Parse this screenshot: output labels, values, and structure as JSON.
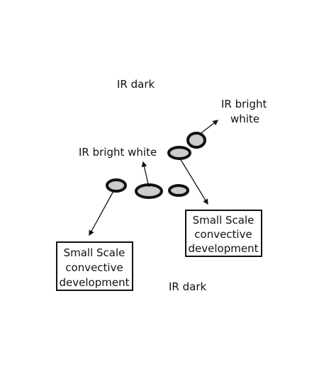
{
  "labels": {
    "ir_dark_top": "IR dark",
    "ir_bright_top_line1": "IR bright",
    "ir_bright_top_line2": "white",
    "ir_bright_middle": "IR bright white",
    "ir_dark_bottom": "IR dark"
  },
  "boxes": {
    "left": {
      "line1": "Small Scale",
      "line2": "convective",
      "line3": "development"
    },
    "right": {
      "line1": "Small Scale",
      "line2": "convective",
      "line3": "development"
    }
  },
  "colors": {
    "cell_fill": "#cccccc",
    "stroke": "#111111",
    "background": "#ffffff"
  }
}
